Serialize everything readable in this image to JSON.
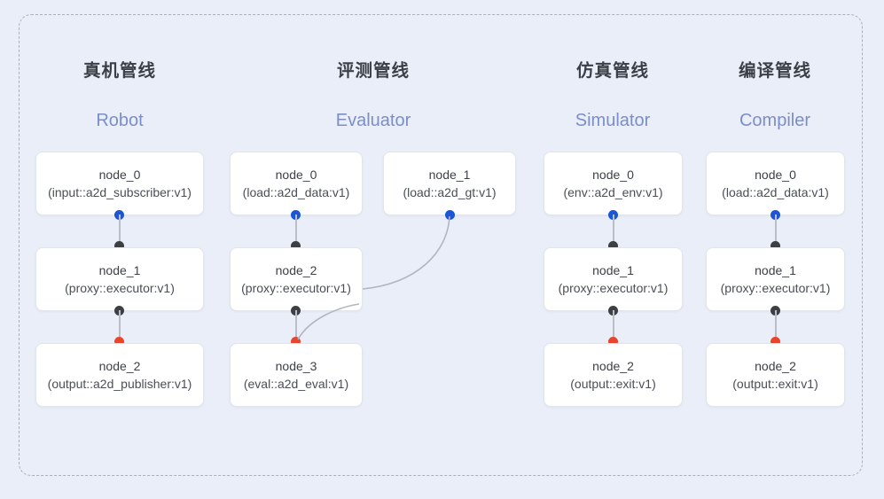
{
  "diagram": {
    "background_color": "#e9eef8",
    "frame_border_color": "#a9b0bd",
    "dot_colors": {
      "input": "#1a56d6",
      "intermediate": "#3c4043",
      "output": "#e8452c"
    },
    "columns": [
      {
        "id": "robot",
        "title": "真机管线",
        "subtitle": "Robot",
        "nodes": [
          {
            "name": "node_0",
            "type": "(input::a2d_subscriber:v1)"
          },
          {
            "name": "node_1",
            "type": "(proxy::executor:v1)"
          },
          {
            "name": "node_2",
            "type": "(output::a2d_publisher:v1)"
          }
        ]
      },
      {
        "id": "evaluator",
        "title": "评测管线",
        "subtitle": "Evaluator",
        "nodes": [
          {
            "name": "node_0",
            "type": "(load::a2d_data:v1)"
          },
          {
            "name": "node_1",
            "type": "(load::a2d_gt:v1)"
          },
          {
            "name": "node_2",
            "type": "(proxy::executor:v1)"
          },
          {
            "name": "node_3",
            "type": "(eval::a2d_eval:v1)"
          }
        ]
      },
      {
        "id": "simulator",
        "title": "仿真管线",
        "subtitle": "Simulator",
        "nodes": [
          {
            "name": "node_0",
            "type": "(env::a2d_env:v1)"
          },
          {
            "name": "node_1",
            "type": "(proxy::executor:v1)"
          },
          {
            "name": "node_2",
            "type": "(output::exit:v1)"
          }
        ]
      },
      {
        "id": "compiler",
        "title": "编译管线",
        "subtitle": "Compiler",
        "nodes": [
          {
            "name": "node_0",
            "type": "(load::a2d_data:v1)"
          },
          {
            "name": "node_1",
            "type": "(proxy::executor:v1)"
          },
          {
            "name": "node_2",
            "type": "(output::exit:v1)"
          }
        ]
      }
    ]
  }
}
